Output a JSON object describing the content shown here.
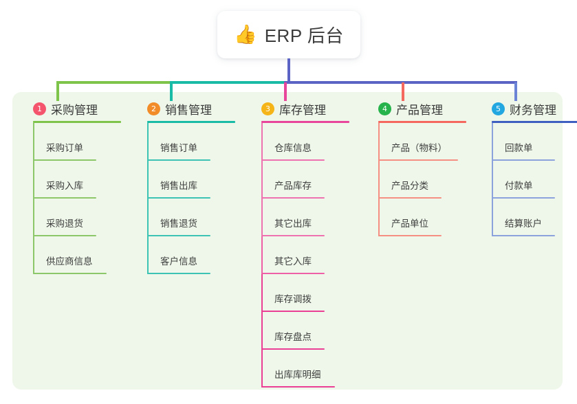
{
  "diagram": {
    "type": "mindmap",
    "root": {
      "icon": "thumbs-up-emoji",
      "icon_glyph": "👍",
      "title": "ERP 后台"
    },
    "panel_color": "#eef7e9",
    "root_connector_color": "#5b63c4",
    "bus_segments": [
      {
        "color": "#7ec34a"
      },
      {
        "color": "#19bba6"
      },
      {
        "color": "#5b63c4"
      }
    ],
    "columns": [
      {
        "index": "1",
        "badge_color": "#f4556d",
        "accent": "#7ec34a",
        "drop_color": "#7ec34a",
        "title": "采购管理",
        "items": [
          "采购订单",
          "采购入库",
          "采购退货",
          "供应商信息"
        ]
      },
      {
        "index": "2",
        "badge_color": "#f28c28",
        "accent": "#19bba6",
        "drop_color": "#19bba6",
        "title": "销售管理",
        "items": [
          "销售订单",
          "销售出库",
          "销售退货",
          "客户信息"
        ]
      },
      {
        "index": "3",
        "badge_color": "#f5b417",
        "accent": "#e8469b",
        "drop_color": "#e8469b",
        "title": "库存管理",
        "items": [
          "仓库信息",
          "产品库存",
          "其它出库",
          "其它入库",
          "库存调拨",
          "库存盘点",
          "出库库明细"
        ]
      },
      {
        "index": "4",
        "badge_color": "#27b34c",
        "accent": "#f4685f",
        "drop_color": "#f4685f",
        "title": "产品管理",
        "items": [
          "产品（物料）",
          "产品分类",
          "产品单位"
        ]
      },
      {
        "index": "5",
        "badge_color": "#22a7e0",
        "accent": "#3f5fc0",
        "drop_color": "#6b84d6",
        "title": "财务管理",
        "items": [
          "回款单",
          "付款单",
          "结算账户"
        ]
      }
    ]
  }
}
